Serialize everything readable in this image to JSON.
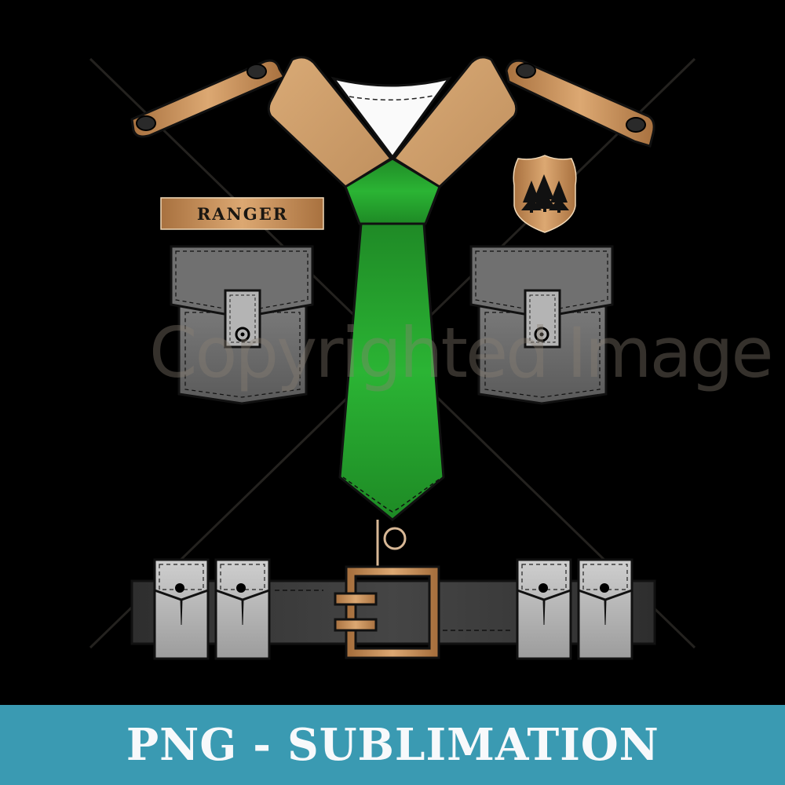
{
  "artwork": {
    "subject": "park ranger uniform costume print",
    "name_tag": {
      "text": "RANGER"
    },
    "badge": {
      "icon": "pine-trees-icon"
    },
    "watermark": {
      "text": "Copyrighted Image"
    },
    "colors": {
      "background": "#000000",
      "bronze": "#c8935e",
      "collar": "#d0a070",
      "tie_green": "#229a2a",
      "pocket_gray": "#6d6d6d",
      "belt_gray": "#3c3c3c",
      "pouch_gray": "#b0b0b0"
    }
  },
  "banner": {
    "text": "PNG - SUBLIMATION",
    "background": "#3a9ab2",
    "text_color": "#f7f9fb"
  }
}
